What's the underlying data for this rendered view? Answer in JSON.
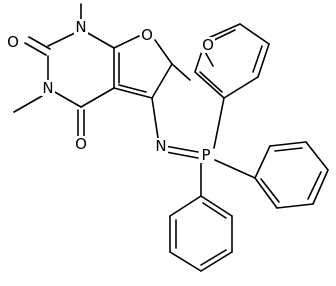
{
  "molecule": {
    "atom_labels": {
      "o_carbonyl_top": "O",
      "n_top": "N",
      "n_left": "N",
      "o_carbonyl_bottom": "O",
      "o_furan": "O",
      "n_imine": "N",
      "p_phosphorus": "P",
      "o_aldehyde": "O"
    }
  }
}
